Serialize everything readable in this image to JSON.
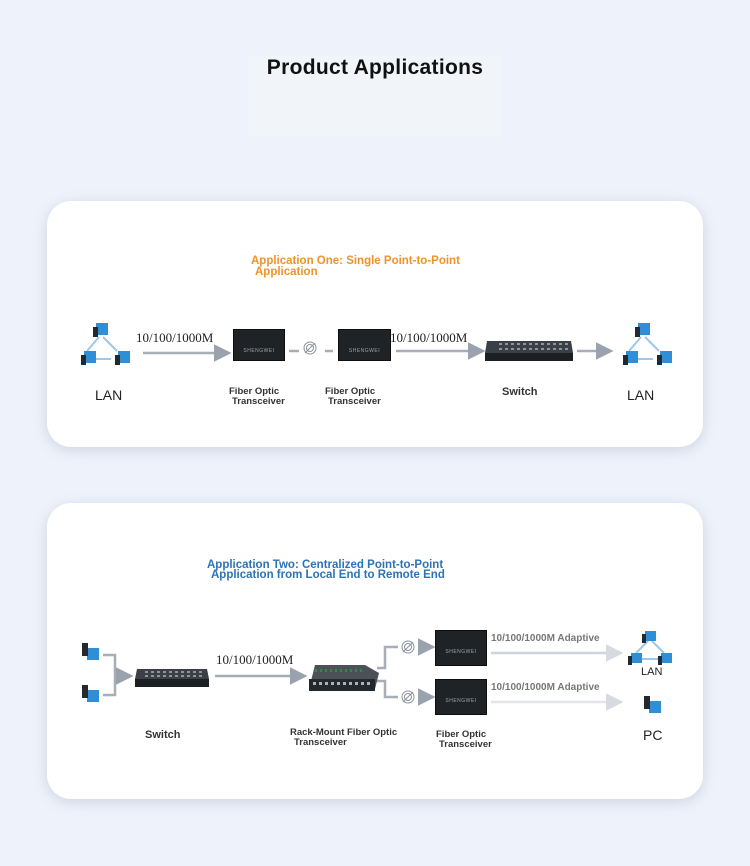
{
  "page": {
    "title": "Product Applications"
  },
  "app1": {
    "title_line1": "Application One: Single Point-to-Point",
    "title_line2": "Application",
    "speed1": "10/100/1000M",
    "speed2": "10/100/1000M",
    "lan_left": "LAN",
    "lan_right": "LAN",
    "transceiver1_line1": "Fiber Optic",
    "transceiver1_line2": "Transceiver",
    "transceiver2_line1": "Fiber Optic",
    "transceiver2_line2": "Transceiver",
    "switch_label": "Switch",
    "brand": "SHENGWEI"
  },
  "app2": {
    "title_line1": "Application Two: Centralized Point-to-Point",
    "title_line2": "Application from Local End to Remote End",
    "switch_label": "Switch",
    "speed": "10/100/1000M",
    "rack_line1": "Rack-Mount Fiber Optic",
    "rack_line2": "Transceiver",
    "transceiver_line1": "Fiber Optic",
    "transceiver_line2": "Transceiver",
    "adaptive1": "10/100/1000M Adaptive",
    "adaptive2": "10/100/1000M Adaptive",
    "lan": "LAN",
    "pc": "PC",
    "brand": "SHENGWEI"
  },
  "colors": {
    "card1_title": "#f0922b",
    "card2_title": "#2b73b6",
    "computer_blue": "#2f8fd6"
  },
  "icons": [
    "computer-icon",
    "fiber-transceiver-icon",
    "network-switch-icon",
    "rack-transceiver-icon",
    "fiber-coil-icon",
    "arrow-icon"
  ]
}
